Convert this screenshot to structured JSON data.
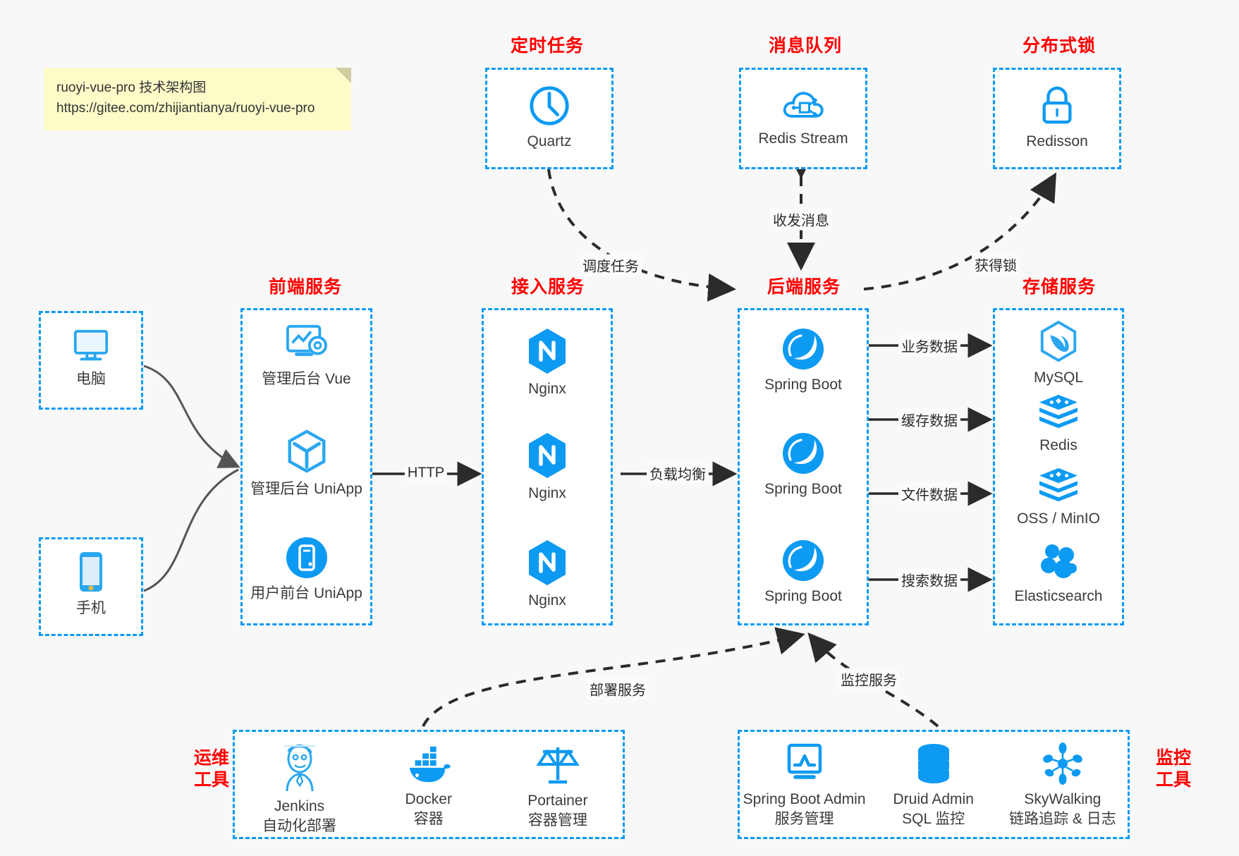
{
  "note": {
    "line1": "ruoyi-vue-pro 技术架构图",
    "line2": "https://gitee.com/zhijiantianya/ruoyi-vue-pro"
  },
  "colors": {
    "accent": "#0d9af2",
    "title": "#ff0000",
    "icon": "#199ed8",
    "background": "#f8f8f8",
    "box_fill": "#ffffff",
    "note_fill": "#fdfbc8",
    "edge": "#2b2b2b"
  },
  "groups": {
    "scheduler": {
      "title": "定时任务",
      "nodes": [
        {
          "label": "Quartz",
          "icon": "clock-icon"
        }
      ]
    },
    "mq": {
      "title": "消息队列",
      "nodes": [
        {
          "label": "Redis Stream",
          "icon": "cloud-network-icon"
        }
      ]
    },
    "lock": {
      "title": "分布式锁",
      "nodes": [
        {
          "label": "Redisson",
          "icon": "padlock-icon"
        }
      ]
    },
    "clients": {
      "nodes": [
        {
          "label": "电脑",
          "icon": "desktop-icon"
        },
        {
          "label": "手机",
          "icon": "mobile-icon"
        }
      ]
    },
    "frontend": {
      "title": "前端服务",
      "nodes": [
        {
          "label": "管理后台 Vue",
          "icon": "dashboard-gear-icon"
        },
        {
          "label": "管理后台 UniApp",
          "icon": "hexagon-cube-icon"
        },
        {
          "label": "用户前台 UniApp",
          "icon": "mobile-round-icon"
        }
      ]
    },
    "gateway": {
      "title": "接入服务",
      "nodes": [
        {
          "label": "Nginx",
          "icon": "nginx-icon"
        },
        {
          "label": "Nginx",
          "icon": "nginx-icon"
        },
        {
          "label": "Nginx",
          "icon": "nginx-icon"
        }
      ]
    },
    "backend": {
      "title": "后端服务",
      "nodes": [
        {
          "label": "Spring Boot",
          "icon": "spring-leaf-icon"
        },
        {
          "label": "Spring Boot",
          "icon": "spring-leaf-icon"
        },
        {
          "label": "Spring Boot",
          "icon": "spring-leaf-icon"
        }
      ]
    },
    "storage": {
      "title": "存储服务",
      "nodes": [
        {
          "label": "MySQL",
          "icon": "mysql-dolphin-icon"
        },
        {
          "label": "Redis",
          "icon": "redis-stack-icon"
        },
        {
          "label": "OSS / MinIO",
          "icon": "redis-stack-icon"
        },
        {
          "label": "Elasticsearch",
          "icon": "elasticsearch-icon"
        }
      ]
    },
    "devops": {
      "title": "运维\n工具",
      "title_line1": "运维",
      "title_line2": "工具",
      "nodes": [
        {
          "label": "Jenkins",
          "sub": "自动化部署",
          "icon": "jenkins-butler-icon"
        },
        {
          "label": "Docker",
          "sub": "容器",
          "icon": "docker-whale-icon"
        },
        {
          "label": "Portainer",
          "sub": "容器管理",
          "icon": "scales-icon"
        }
      ]
    },
    "monitor": {
      "title_line1": "监控",
      "title_line2": "工具",
      "nodes": [
        {
          "label": "Spring Boot Admin",
          "sub": "服务管理",
          "icon": "monitor-chart-icon"
        },
        {
          "label": "Druid Admin",
          "sub": "SQL 监控",
          "icon": "database-icon"
        },
        {
          "label": "SkyWalking",
          "sub": "链路追踪 & 日志",
          "icon": "skywalking-icon"
        }
      ]
    }
  },
  "edges": [
    {
      "id": "edge-http",
      "label": "HTTP",
      "from": "frontend",
      "to": "gateway"
    },
    {
      "id": "edge-lb",
      "label": "负载均衡",
      "from": "gateway",
      "to": "backend"
    },
    {
      "id": "edge-schedule",
      "label": "调度任务",
      "from": "scheduler",
      "to": "backend"
    },
    {
      "id": "edge-message",
      "label": "收发消息",
      "from": "mq",
      "to": "backend"
    },
    {
      "id": "edge-lock",
      "label": "获得锁",
      "from": "backend",
      "to": "lock"
    },
    {
      "id": "edge-business",
      "label": "业务数据",
      "from": "backend",
      "to": "storage"
    },
    {
      "id": "edge-cache",
      "label": "缓存数据",
      "from": "backend",
      "to": "storage"
    },
    {
      "id": "edge-file",
      "label": "文件数据",
      "from": "backend",
      "to": "storage"
    },
    {
      "id": "edge-search",
      "label": "搜索数据",
      "from": "backend",
      "to": "storage"
    },
    {
      "id": "edge-deploy",
      "label": "部署服务",
      "from": "devops",
      "to": "backend"
    },
    {
      "id": "edge-monitoring",
      "label": "监控服务",
      "from": "monitor",
      "to": "backend"
    }
  ]
}
